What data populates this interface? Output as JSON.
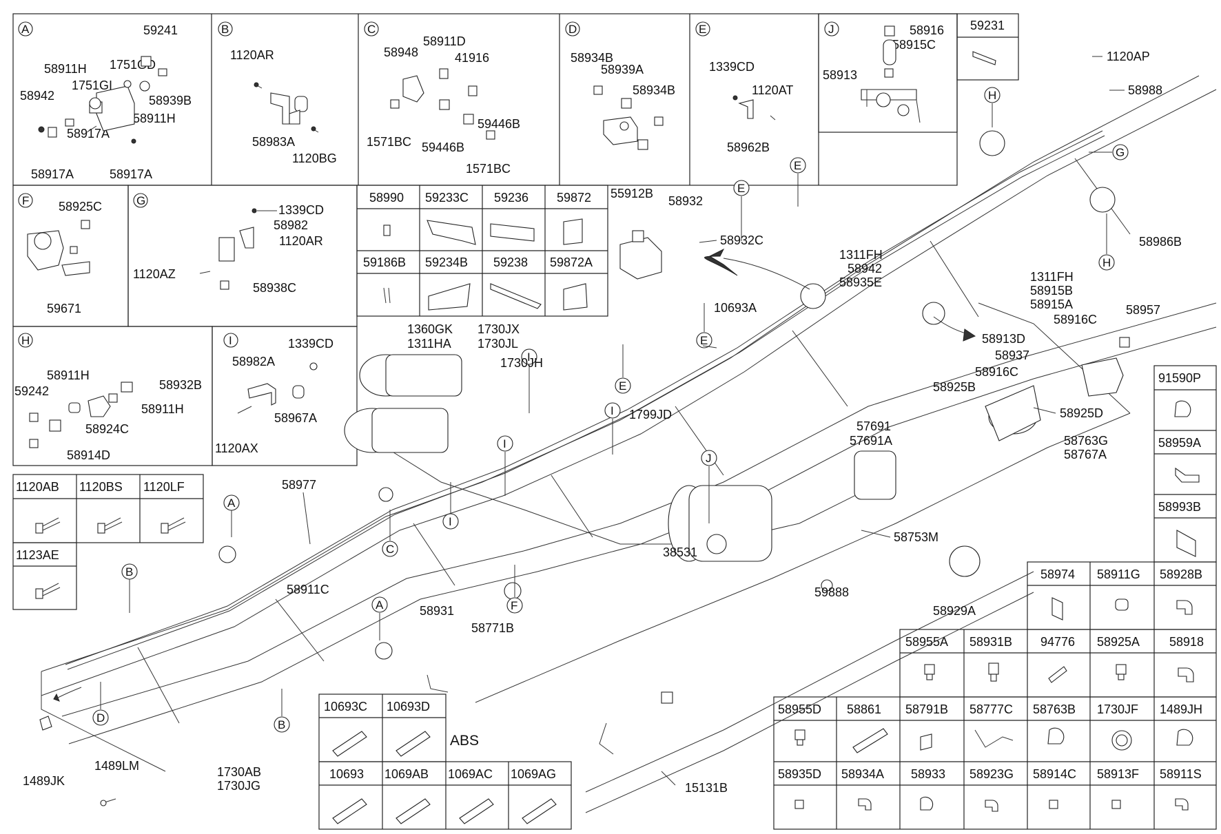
{
  "panels": {
    "A": {
      "letter": "A",
      "labels": [
        "59241",
        "58911H",
        "1751GD",
        "58942",
        "1751GI",
        "58939B",
        "58911H",
        "58917A",
        "58917A",
        "58917A"
      ]
    },
    "B": {
      "letter": "B",
      "labels": [
        "1120AR",
        "58983A",
        "1120BG"
      ]
    },
    "C": {
      "letter": "C",
      "labels": [
        "58911D",
        "58948",
        "41916",
        "1571BC",
        "59446B",
        "59446B",
        "1571BC"
      ]
    },
    "D": {
      "letter": "D",
      "labels": [
        "58934B",
        "58939A",
        "58934B"
      ]
    },
    "E": {
      "letter": "E",
      "labels": [
        "1339CD",
        "1120AT",
        "58962B"
      ]
    },
    "J": {
      "letter": "J",
      "labels": [
        "58916",
        "58915C",
        "58913"
      ]
    },
    "F": {
      "letter": "F",
      "labels": [
        "58925C",
        "59671"
      ]
    },
    "G": {
      "letter": "G",
      "labels": [
        "1339CD",
        "58982",
        "1120AR",
        "1120AZ",
        "58938C"
      ]
    },
    "H": {
      "letter": "H",
      "labels": [
        "58911H",
        "59242",
        "58932B",
        "58911H",
        "58924C",
        "58914D"
      ]
    },
    "I": {
      "letter": "I",
      "labels": [
        "1339CD",
        "58982A",
        "58967A",
        "1120AX"
      ]
    }
  },
  "box_59231": "59231",
  "small_parts_grid": {
    "row1": [
      "58990",
      "59233C",
      "59236",
      "59872"
    ],
    "row2": [
      "59186B",
      "59234B",
      "59238",
      "59872A"
    ]
  },
  "bolts_grid": {
    "row1": [
      "1120AB",
      "1120BS",
      "1120LF"
    ],
    "row2": [
      "1123AE"
    ]
  },
  "hoses_grid": {
    "row1": [
      "10693C",
      "10693D"
    ],
    "abs": "ABS",
    "row2": [
      "10693",
      "1069AB",
      "1069AC",
      "1069AG"
    ]
  },
  "right_column": [
    "91590P",
    "58959A",
    "58993B"
  ],
  "fittings_grid": {
    "row1": [
      "58974",
      "58911G",
      "58928B"
    ],
    "row2": [
      "58955A",
      "58931B",
      "94776",
      "58925A",
      "58918"
    ],
    "row3": [
      "58955D",
      "58861",
      "58791B",
      "58777C",
      "58763B",
      "1730JF",
      "1489JH"
    ],
    "row4": [
      "58935D",
      "58934A",
      "58933",
      "58923G",
      "58914C",
      "58913F",
      "58911S"
    ]
  },
  "callouts": [
    "1120AP",
    "58988",
    "55912B",
    "58932",
    "58932C",
    "1311FH",
    "58942",
    "58935E",
    "1311FH",
    "58915B",
    "58915A",
    "58986B",
    "58913D",
    "58916C",
    "58957",
    "58937",
    "58916C",
    "58925B",
    "58925D",
    "57691",
    "57691A",
    "58763G",
    "58767A",
    "58753M",
    "58929A",
    "59888",
    "38531",
    "15131B",
    "58771B",
    "58931",
    "1360GK",
    "1311HA",
    "1730JX",
    "1730JL",
    "1730JH",
    "10693A",
    "1799JD",
    "58977",
    "58911C",
    "1730AB",
    "1730JG",
    "1489JK",
    "1489LM"
  ],
  "frame_markers": [
    "A",
    "B",
    "C",
    "D",
    "E",
    "F",
    "G",
    "H",
    "I",
    "J"
  ]
}
